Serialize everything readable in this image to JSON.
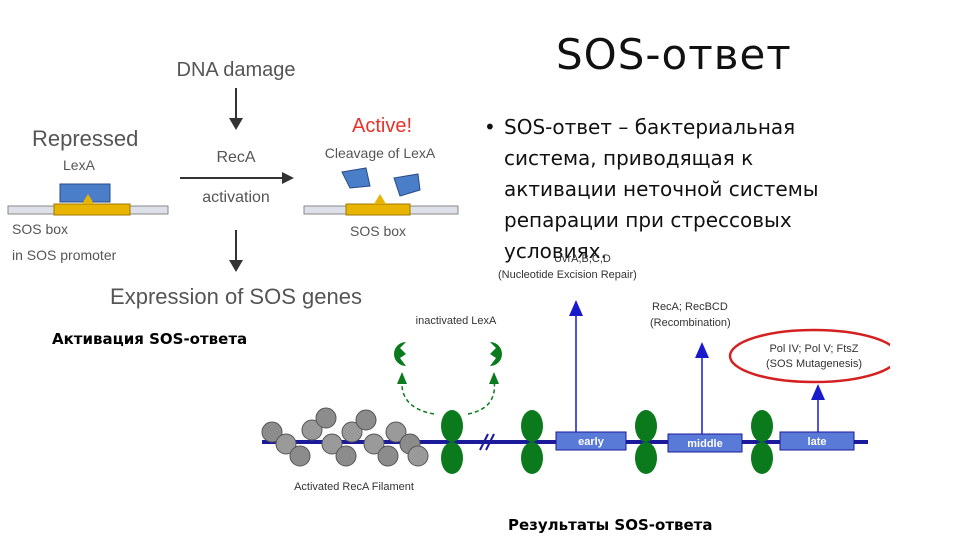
{
  "slide": {
    "title": "SOS-ответ",
    "bullet_text": "SOS-ответ – бактериальная система, приводящая к активации неточной системы репарации при стрессовых условиях.",
    "caption_left": "Активация SOS-ответа",
    "caption_bottom": "Результаты SOS-ответа"
  },
  "left_diagram": {
    "dna_damage": "DNA damage",
    "repressed": "Repressed",
    "lexa": "LexA",
    "sos_box_in_promoter_1": "SOS box",
    "sos_box_in_promoter_2": "in SOS promoter",
    "reca": "RecA",
    "activation": "activation",
    "active": "Active!",
    "cleavage": "Cleavage of LexA",
    "sos_box": "SOS box",
    "expression": "Expression of SOS genes"
  },
  "right_diagram": {
    "uvr_line1": "UvrA,B,C,D",
    "uvr_line2": "(Nucleotide Excision Repair)",
    "reca_line1": "RecA; RecBCD",
    "reca_line2": "(Recombination)",
    "pol_line1": "Pol IV; Pol V; FtsZ",
    "pol_line2": "(SOS Mutagenesis)",
    "inactivated_lexa": "inactivated LexA",
    "early": "early",
    "middle": "middle",
    "late": "late",
    "filament": "Activated RecA Filament"
  },
  "colors": {
    "green": "#0a7a1c",
    "blue_arrow": "#1a1acc",
    "red_active": "#e8322a",
    "red_ellipse": "#d42020",
    "lexa_blue": "#4a7ec8",
    "sos_yellow": "#e8b400"
  }
}
